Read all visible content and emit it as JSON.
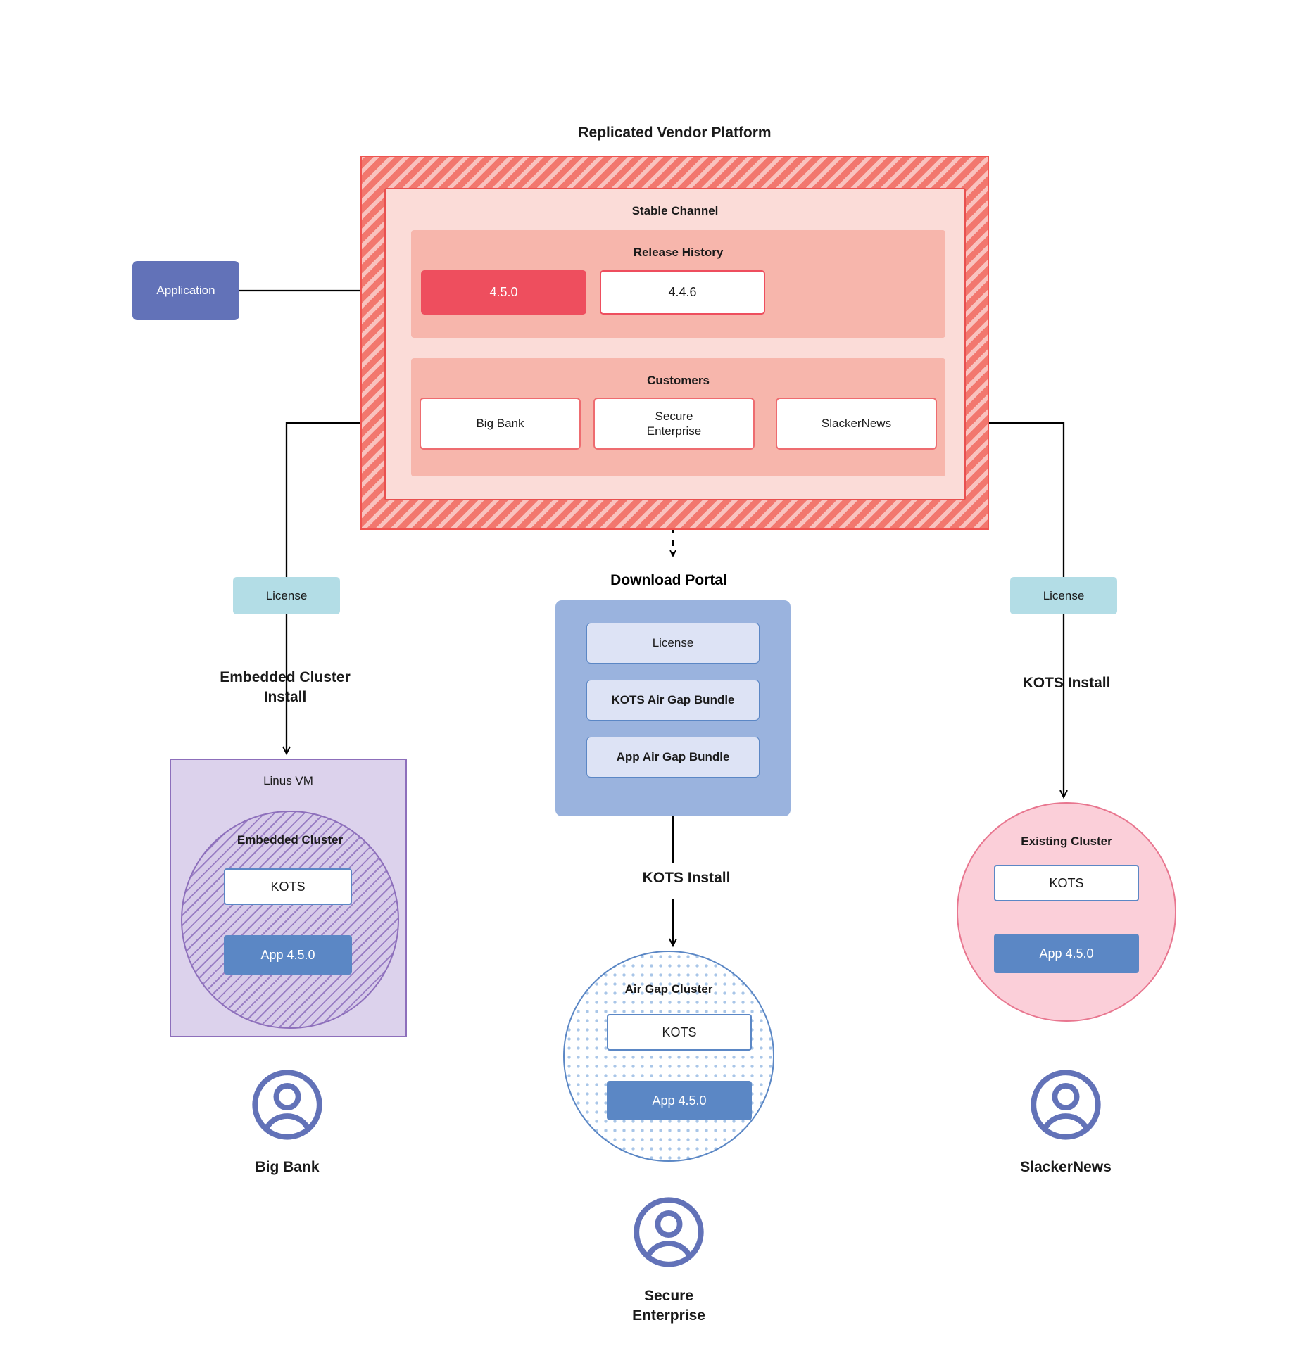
{
  "diagram": {
    "title": "Replicated Vendor Platform",
    "application": {
      "label": "Application"
    },
    "stable_channel": {
      "label": "Stable Channel",
      "release_history": {
        "label": "Release History",
        "releases": [
          {
            "version": "4.5.0",
            "state": "current"
          },
          {
            "version": "4.4.6",
            "state": "prior"
          }
        ]
      },
      "customers": {
        "label": "Customers",
        "items": [
          {
            "name": "Big Bank"
          },
          {
            "name": "Secure\nEnterprise"
          },
          {
            "name": "SlackerNews"
          }
        ]
      }
    },
    "licenses": [
      {
        "label": "License",
        "side": "left"
      },
      {
        "label": "License",
        "side": "right"
      }
    ],
    "flow_labels": {
      "embedded_cluster_install": "Embedded Cluster\nInstall",
      "kots_install_right": "KOTS Install",
      "kots_install_center": "KOTS Install"
    },
    "download_portal": {
      "title": "Download  Portal",
      "items": [
        {
          "label": "License"
        },
        {
          "label": "KOTS Air Gap Bundle"
        },
        {
          "label": "App Air Gap Bundle"
        }
      ]
    },
    "targets": {
      "left": {
        "vm_label": "Linus VM",
        "cluster_label": "Embedded Cluster",
        "kots_label": "KOTS",
        "app_label": "App 4.5.0",
        "customer_label": "Big Bank"
      },
      "center": {
        "cluster_label": "Air Gap Cluster",
        "kots_label": "KOTS",
        "app_label": "App 4.5.0",
        "customer_label": "Secure\nEnterprise"
      },
      "right": {
        "cluster_label": "Existing Cluster",
        "kots_label": "KOTS",
        "app_label": "App 4.5.0",
        "customer_label": "SlackerNews"
      }
    },
    "colors": {
      "platform_hatch": "#f2776e",
      "platform_border": "#ef5350",
      "stable_channel_fill": "#fbdcd8",
      "release_band_fill": "#f7b6ac",
      "release_current": "#ee4e5e",
      "customer_border": "#ee6c70",
      "application_fill": "#6272b8",
      "license_fill": "#b3dde6",
      "portal_fill": "#9ab3de",
      "portal_item_fill": "#dde3f5",
      "kots_border": "#5b87c5",
      "app_fill": "#5b87c5",
      "vm_fill": "#dcd2ec",
      "vm_border": "#8d6fbb",
      "existing_cluster_fill": "#fbcfd9",
      "existing_cluster_border": "#e8768f",
      "avatar_stroke": "#6272b8"
    },
    "icons": {
      "avatar": "user-avatar-icon"
    }
  }
}
